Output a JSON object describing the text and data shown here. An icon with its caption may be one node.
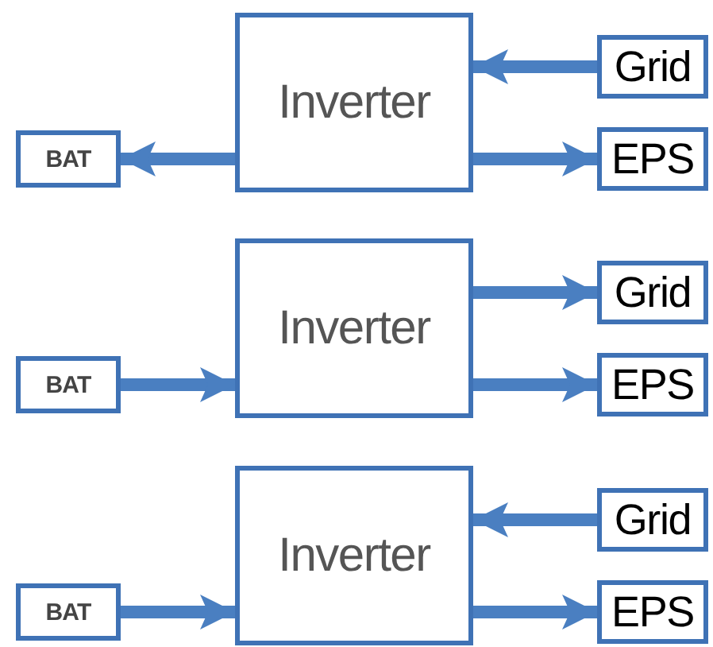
{
  "diagram": {
    "nodes": [
      {
        "text": [
          "Inverter"
        ]
      },
      {
        "text": [
          "Grid"
        ]
      },
      {
        "text": [
          "BAT"
        ]
      },
      {
        "text": [
          "EPS"
        ]
      },
      {
        "text": [
          "Inverter"
        ]
      },
      {
        "text": [
          "Grid"
        ]
      },
      {
        "text": [
          "BAT"
        ]
      },
      {
        "text": [
          "EPS"
        ]
      },
      {
        "text": [
          "Inverter"
        ]
      },
      {
        "text": [
          "Grid"
        ]
      },
      {
        "text": [
          "BAT"
        ]
      },
      {
        "text": [
          "EPS"
        ]
      }
    ],
    "edges": [
      {
        "from": 1,
        "to": 0,
        "arrow": "to"
      },
      {
        "from": 0,
        "to": 2,
        "arrow": "to"
      },
      {
        "from": 0,
        "to": 3,
        "arrow": "to"
      },
      {
        "from": 4,
        "to": 5,
        "arrow": "to"
      },
      {
        "from": 6,
        "to": 4,
        "arrow": "to"
      },
      {
        "from": 4,
        "to": 7,
        "arrow": "to"
      },
      {
        "from": 9,
        "to": 8,
        "arrow": "to"
      },
      {
        "from": 10,
        "to": 8,
        "arrow": "to"
      },
      {
        "from": 8,
        "to": 11,
        "arrow": "to"
      }
    ]
  }
}
